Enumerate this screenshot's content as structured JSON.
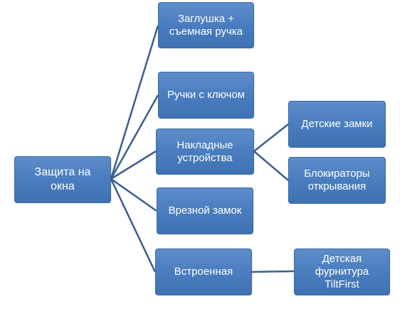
{
  "diagram": {
    "root": {
      "label": "Защита на\nокна"
    },
    "branches": [
      {
        "label": "Заглушка +\nсъемная ручка"
      },
      {
        "label": "Ручки с ключом"
      },
      {
        "label": "Накладные\nустройства",
        "children": [
          {
            "label": "Детские замки"
          },
          {
            "label": "Блокираторы\nоткрывания"
          }
        ]
      },
      {
        "label": "Врезной замок"
      },
      {
        "label": "Встроенная",
        "children": [
          {
            "label": "Детская\nфурнитура\nTiltFirst"
          }
        ]
      }
    ],
    "colors": {
      "box_fill": "#4a7dbf",
      "box_border": "#3a6aa3",
      "connector": "#3a5f8f",
      "text": "#ffffff"
    }
  }
}
